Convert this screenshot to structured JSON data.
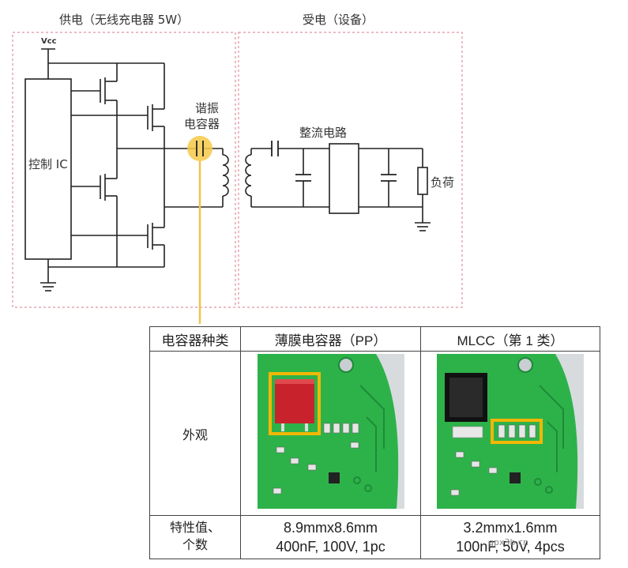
{
  "sections": {
    "supply_title": "供电（无线充电器 5W）",
    "receive_title": "受电（设备）"
  },
  "schematic": {
    "vcc_label": "Vcc",
    "control_ic_label": "控制 IC",
    "resonant_cap_label_line1": "谐振",
    "resonant_cap_label_line2": "电容器",
    "rectifier_label": "整流电路",
    "load_label": "负荷",
    "highlight_color": "#f7c948"
  },
  "table": {
    "headers": [
      "电容器种类",
      "薄膜电容器（PP）",
      "MLCC（第 1 类）"
    ],
    "row_appearance_label": "外观",
    "row_spec_label_line1": "特性值、",
    "row_spec_label_line2": "个数",
    "film_spec_line1": "8.9mmx8.6mm",
    "film_spec_line2": "400nF, 100V, 1pc",
    "mlcc_spec_line1": "3.2mmx1.6mm",
    "mlcc_spec_line2": "100nF, 50V, 4pcs",
    "pcb_color": "#2db24a",
    "box_color": "#f2b705"
  },
  "watermark": "gpx3b.cn"
}
